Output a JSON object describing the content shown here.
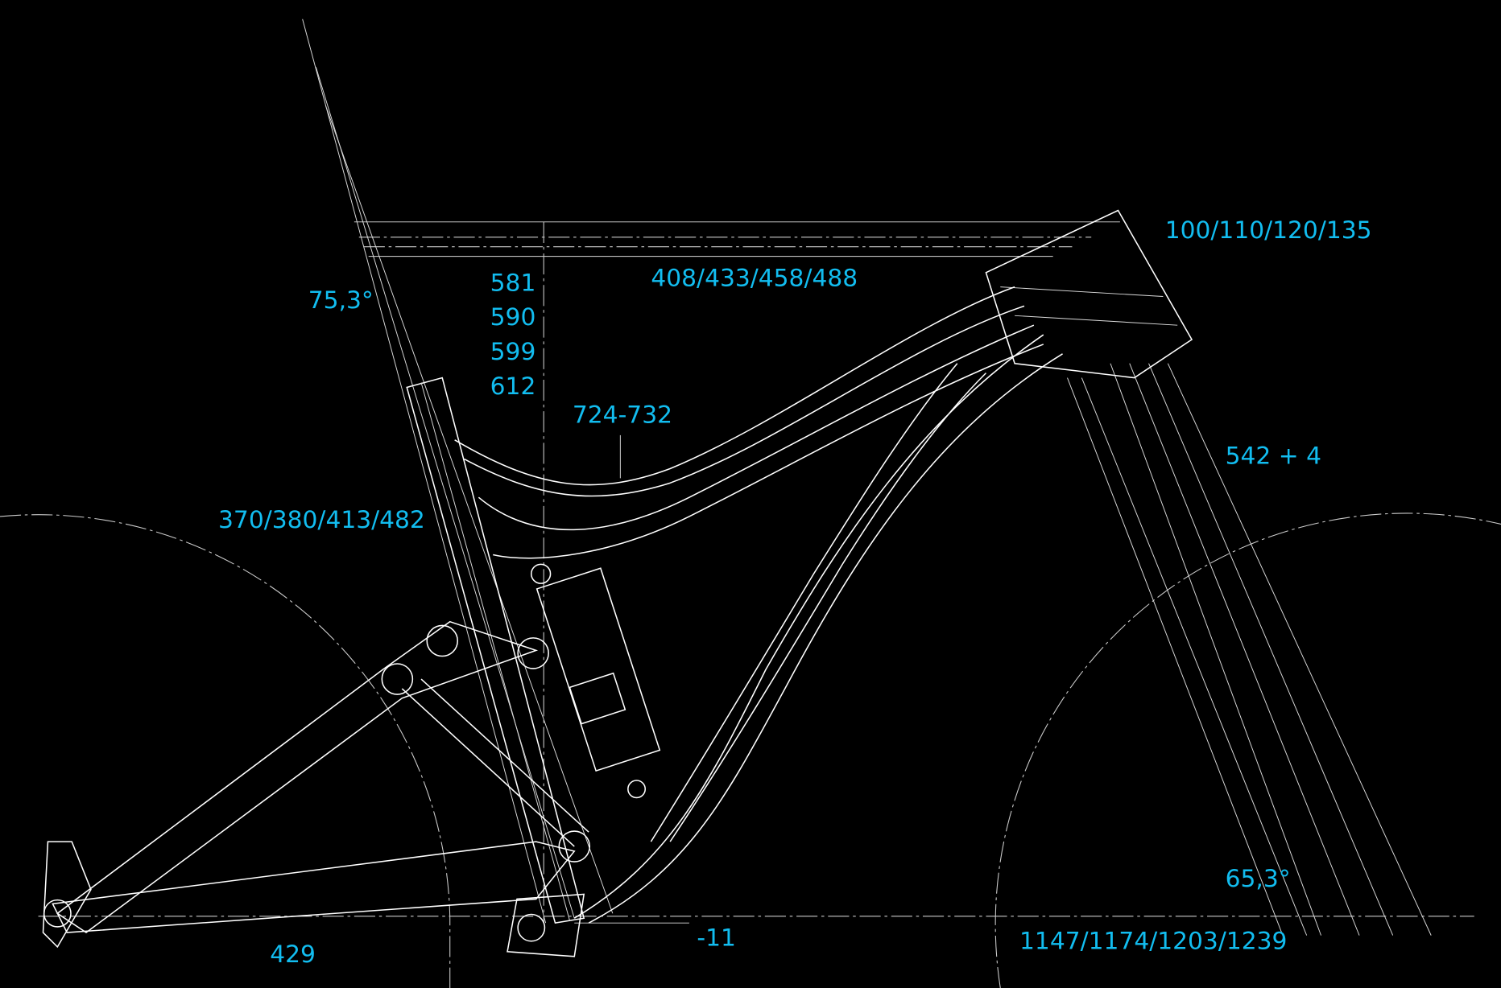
{
  "diagram": {
    "colors": {
      "background": "#000000",
      "lines": "#ffffff",
      "dimension_text": "#12bdf0"
    },
    "labels": {
      "stack_height": "100/110/120/135",
      "reach": "408/433/458/488",
      "stack_1": "581",
      "stack_2": "590",
      "stack_3": "599",
      "stack_4": "612",
      "seat_angle": "75,3°",
      "top_tube": "724-732",
      "fork_length": "542 + 4",
      "seat_tube": "370/380/413/482",
      "head_angle": "65,3°",
      "wheelbase": "1147/1174/1203/1239",
      "bb_drop": "-11",
      "chainstay": "429"
    }
  }
}
